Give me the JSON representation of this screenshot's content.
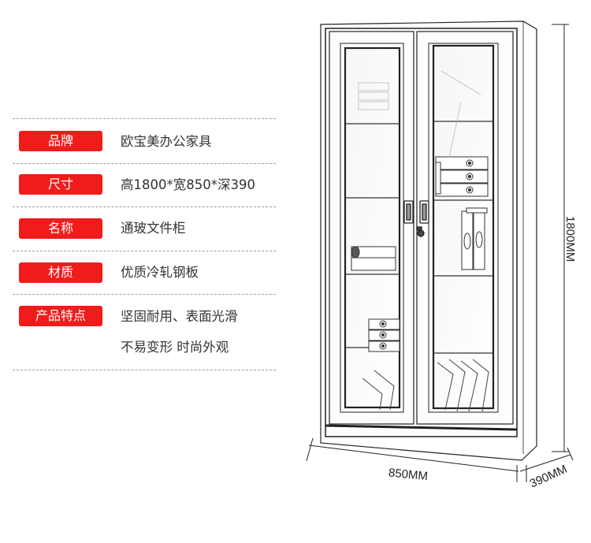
{
  "specs": [
    {
      "label": "品牌",
      "value": "欧宝美办公家具"
    },
    {
      "label": "尺寸",
      "value": "高1800*宽850*深390"
    },
    {
      "label": "名称",
      "value": "通玻文件柜"
    },
    {
      "label": "材质",
      "value": "优质冷轧钢板"
    },
    {
      "label": "产品特点",
      "value": "坚固耐用、表面光滑",
      "value2": "不易变形   时尚外观"
    }
  ],
  "dimensions": {
    "height": "1800MM",
    "width": "850MM",
    "depth": "390MM"
  },
  "colors": {
    "badge": "#f01c1c",
    "text": "#333333",
    "line": "#222222"
  }
}
